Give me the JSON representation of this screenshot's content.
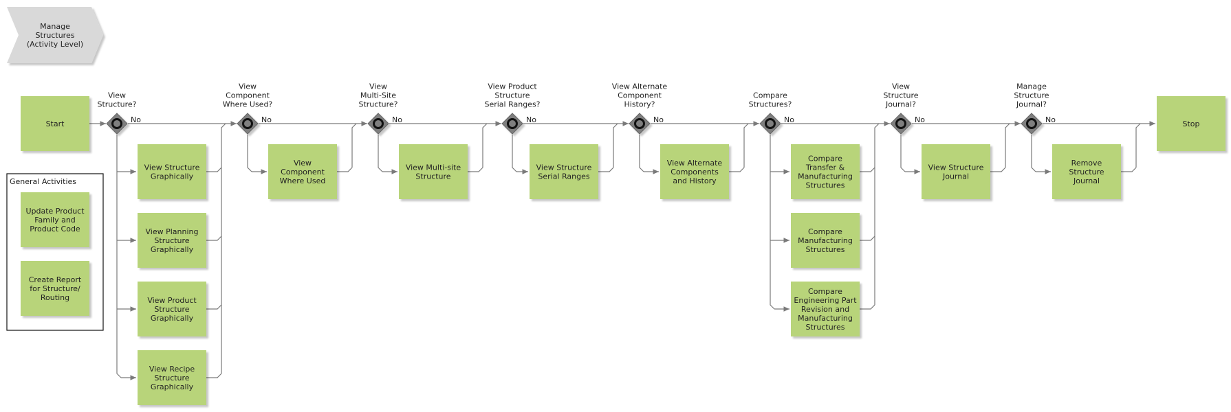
{
  "header": {
    "lines": [
      "Manage",
      "Structures",
      "(Activity Level)"
    ]
  },
  "start_label": "Start",
  "stop_label": "Stop",
  "no_label": "No",
  "decisions": [
    {
      "id": "d1",
      "lines": [
        "View",
        "Structure?"
      ]
    },
    {
      "id": "d2",
      "lines": [
        "View",
        "Component",
        "Where Used?"
      ]
    },
    {
      "id": "d3",
      "lines": [
        "View",
        "Multi-Site",
        "Structure?"
      ]
    },
    {
      "id": "d4",
      "lines": [
        "View Product",
        "Structure",
        "Serial Ranges?"
      ]
    },
    {
      "id": "d5",
      "lines": [
        "View Alternate",
        "Component",
        "History?"
      ]
    },
    {
      "id": "d6",
      "lines": [
        "Compare",
        "Structures?"
      ]
    },
    {
      "id": "d7",
      "lines": [
        "View",
        "Structure",
        "Journal?"
      ]
    },
    {
      "id": "d8",
      "lines": [
        "Manage",
        "Structure",
        "Journal?"
      ]
    }
  ],
  "activities": [
    {
      "id": "a-view-structure-graphically",
      "lines": [
        "View Structure",
        "Graphically"
      ]
    },
    {
      "id": "a-view-planning-structure",
      "lines": [
        "View Planning",
        "Structure",
        "Graphically"
      ]
    },
    {
      "id": "a-view-product-structure",
      "lines": [
        "View Product",
        "Structure",
        "Graphically"
      ]
    },
    {
      "id": "a-view-recipe-structure",
      "lines": [
        "View Recipe",
        "Structure",
        "Graphically"
      ]
    },
    {
      "id": "a-view-component-where-used",
      "lines": [
        "View",
        "Component",
        "Where Used"
      ]
    },
    {
      "id": "a-view-multisite-structure",
      "lines": [
        "View Multi-site",
        "Structure"
      ]
    },
    {
      "id": "a-view-structure-serial-ranges",
      "lines": [
        "View Structure",
        "Serial Ranges"
      ]
    },
    {
      "id": "a-view-alternate-components",
      "lines": [
        "View Alternate",
        "Components",
        "and History"
      ]
    },
    {
      "id": "a-compare-transfer-manufacturing",
      "lines": [
        "Compare",
        "Transfer &",
        "Manufacturing",
        "Structures"
      ]
    },
    {
      "id": "a-compare-manufacturing",
      "lines": [
        "Compare",
        "Manufacturing",
        "Structures"
      ]
    },
    {
      "id": "a-compare-engineering",
      "lines": [
        "Compare",
        "Engineering Part",
        "Revision and",
        "Manufacturing",
        "Structures"
      ]
    },
    {
      "id": "a-view-structure-journal",
      "lines": [
        "View Structure",
        "Journal"
      ]
    },
    {
      "id": "a-remove-structure-journal",
      "lines": [
        "Remove",
        "Structure",
        "Journal"
      ]
    }
  ],
  "general": {
    "title": "General Activities",
    "items": [
      {
        "id": "g-update-product-family",
        "lines": [
          "Update Product",
          "Family and",
          "Product Code"
        ]
      },
      {
        "id": "g-create-report",
        "lines": [
          "Create Report",
          "for Structure/",
          "Routing"
        ]
      }
    ]
  },
  "colors": {
    "box_fill": "#b8d47a",
    "box_shadow": "#c8c8c8",
    "connector": "#7a7a7a",
    "diamond_outer": "#7f7f7f",
    "header_fill": "#d9d9d9"
  }
}
